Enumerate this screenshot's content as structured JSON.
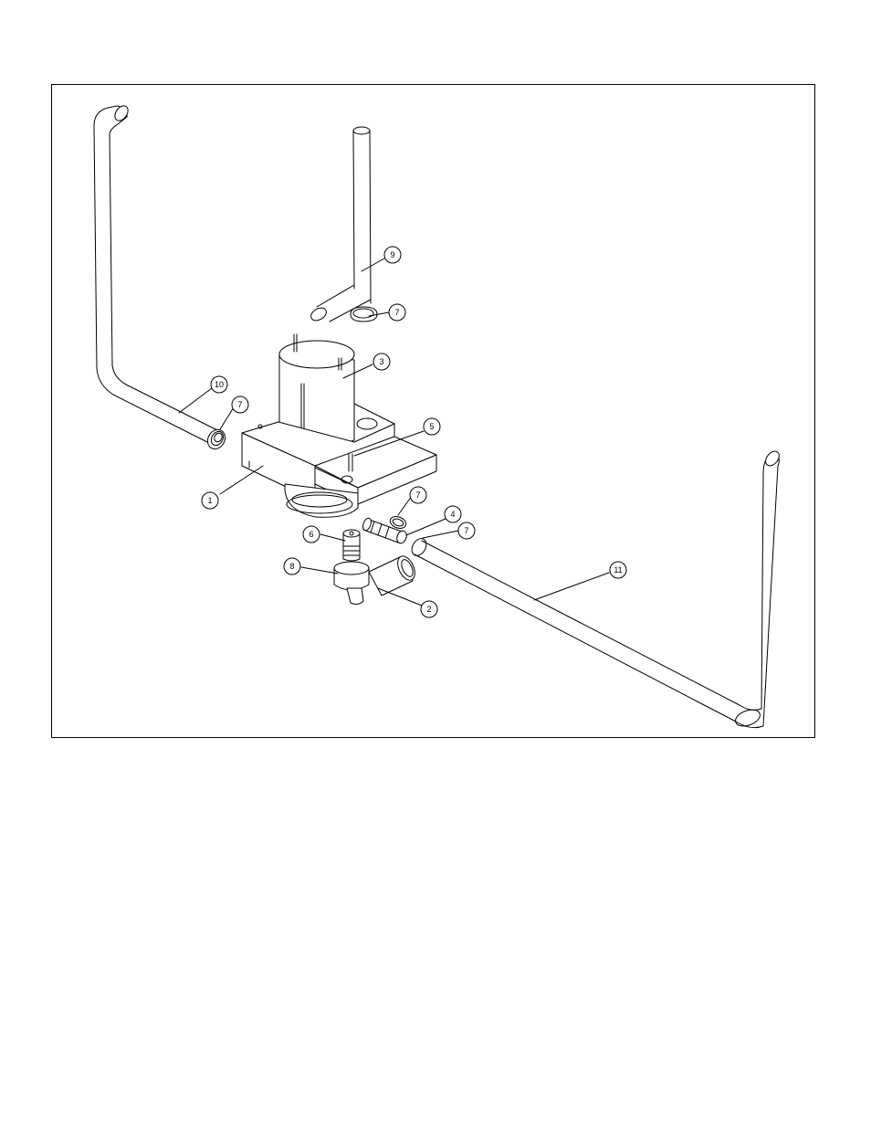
{
  "callouts": [
    {
      "id": "c1",
      "label": "1"
    },
    {
      "id": "c2",
      "label": "2"
    },
    {
      "id": "c3",
      "label": "3"
    },
    {
      "id": "c4",
      "label": "4"
    },
    {
      "id": "c5",
      "label": "5"
    },
    {
      "id": "c6",
      "label": "6"
    },
    {
      "id": "c7a",
      "label": "7"
    },
    {
      "id": "c7b",
      "label": "7"
    },
    {
      "id": "c7c",
      "label": "7"
    },
    {
      "id": "c7d",
      "label": "7"
    },
    {
      "id": "c8",
      "label": "8"
    },
    {
      "id": "c9",
      "label": "9"
    },
    {
      "id": "c10",
      "label": "10"
    },
    {
      "id": "c11",
      "label": "11"
    }
  ],
  "colors": {
    "line": "#000000",
    "background": "#ffffff"
  }
}
